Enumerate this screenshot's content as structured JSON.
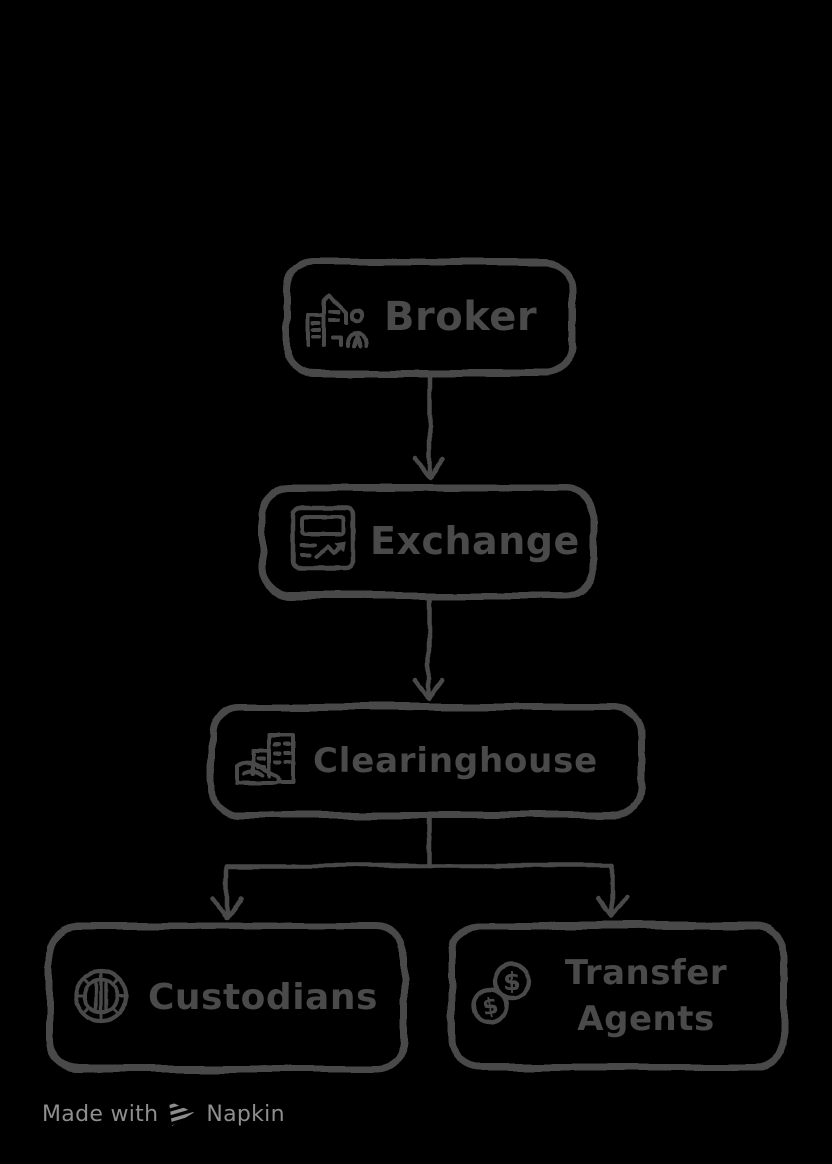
{
  "diagram": {
    "type": "flowchart",
    "colors": {
      "background": "#000000",
      "node_stroke": "#4a4a4a",
      "node_text": "#4a4a4a",
      "footer_text": "#8e8e8e"
    },
    "nodes": [
      {
        "id": "broker",
        "label": "Broker",
        "icon": "brokerage-building-person-icon"
      },
      {
        "id": "exchange",
        "label": "Exchange",
        "icon": "price-board-chart-icon"
      },
      {
        "id": "clearinghouse",
        "label": "Clearinghouse",
        "icon": "buildings-in-hand-icon"
      },
      {
        "id": "custodians",
        "label": "Custodians",
        "icon": "bank-vault-icon"
      },
      {
        "id": "transfer_agents",
        "label": "Transfer Agents",
        "icon": "dollar-coins-icon"
      }
    ],
    "edges": [
      {
        "from": "Broker",
        "to": "Exchange"
      },
      {
        "from": "Exchange",
        "to": "Clearinghouse"
      },
      {
        "from": "Clearinghouse",
        "to": "Custodians"
      },
      {
        "from": "Clearinghouse",
        "to": "Transfer Agents"
      }
    ]
  },
  "footer": {
    "made_with": "Made with",
    "brand": "Napkin",
    "logo": "napkin-logo-icon"
  }
}
